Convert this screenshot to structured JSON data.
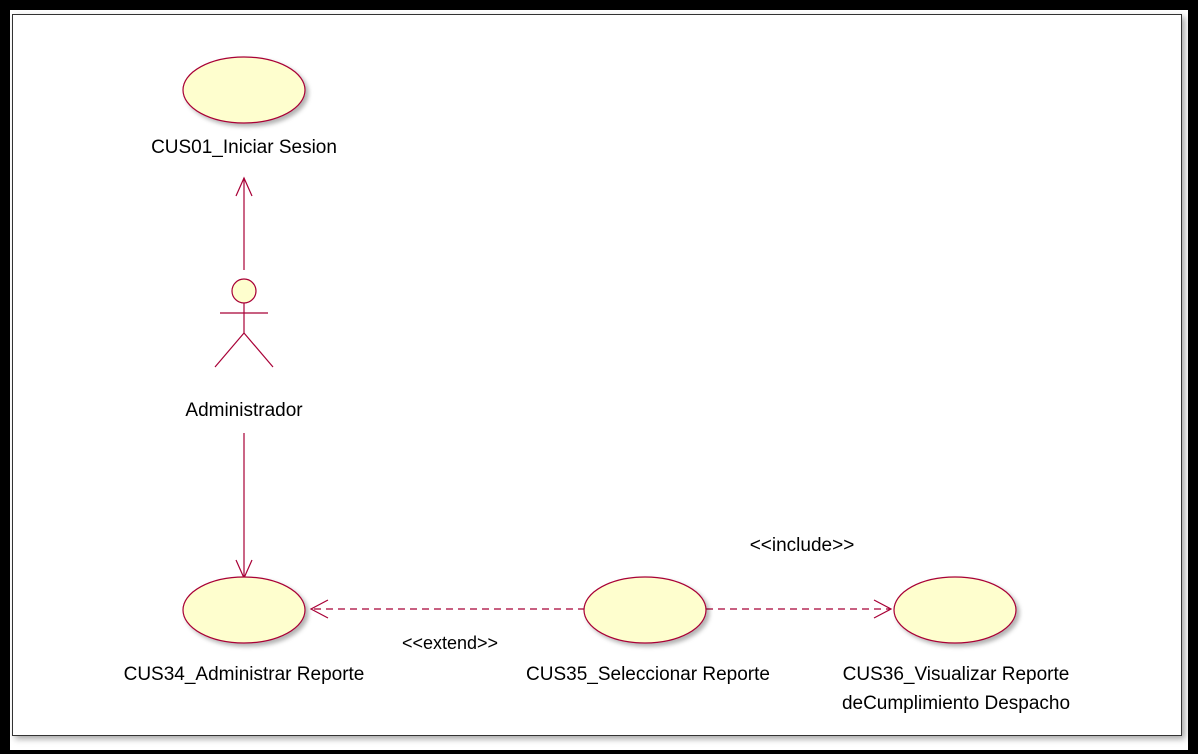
{
  "diagram": {
    "actors": [
      {
        "id": "administrador",
        "label": "Administrador"
      }
    ],
    "use_cases": [
      {
        "id": "cus01",
        "label": "CUS01_Iniciar Sesion"
      },
      {
        "id": "cus34",
        "label": "CUS34_Administrar Reporte"
      },
      {
        "id": "cus35",
        "label": "CUS35_Seleccionar Reporte"
      },
      {
        "id": "cus36",
        "label_line1": "CUS36_Visualizar Reporte",
        "label_line2": "deCumplimiento Despacho"
      }
    ],
    "relations": [
      {
        "from": "administrador",
        "to": "cus01",
        "type": "association"
      },
      {
        "from": "administrador",
        "to": "cus34",
        "type": "association"
      },
      {
        "from": "cus35",
        "to": "cus34",
        "type": "extend",
        "label": "<<extend>>"
      },
      {
        "from": "cus35",
        "to": "cus36",
        "type": "include",
        "label": "<<include>>"
      }
    ],
    "colors": {
      "usecase_fill": "#fefece",
      "usecase_stroke": "#a80036",
      "line": "#a80036"
    }
  }
}
